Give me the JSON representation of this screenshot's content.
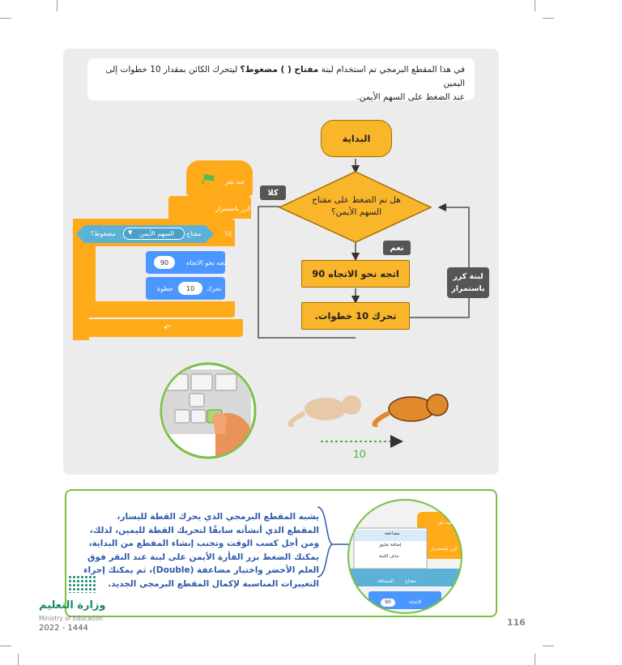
{
  "intro": {
    "line1_a": "في هذا المقطع البرمجي تم استخدام لبنة ",
    "line1_b": "مفتاح ( ) مضغوط؟",
    "line1_c": " ليتحرك الكائن بمقدار 10 خطوات إلى اليمين",
    "line2": "عند الضغط على السهم الأيمن."
  },
  "flowchart": {
    "start": "البداية",
    "decision_line1": "هل تم الضغط على مفتاح",
    "decision_line2": "السهم الأيمن؟",
    "no_label": "كلا",
    "yes_label": "نعم",
    "step1": "اتجه نحو الاتجاه 90",
    "step2": "تحرك 10 خطوات.",
    "loop_line1": "لبنة كرر",
    "loop_line2": "باستمرار"
  },
  "scratch": {
    "hat": "عند نقر",
    "forever": "كرر باستمرار",
    "if": "إذا",
    "key": "مفتاح",
    "key_value": "السهم الأيمن",
    "pressed": "مضغوط؟",
    "point_dir": "اتجه نحو الاتجاه",
    "dir_value": "90",
    "move": "تحرك",
    "move_value": "10",
    "steps": "خطوة"
  },
  "illustration": {
    "distance": "10"
  },
  "note": {
    "text": "يشبه المقطع البرمجي الذي يحرك القطة لليسار، المقطع الذي أنشأته سابقًا لتحريك القطة لليمين، لذلك، ومن أجل كسب الوقت وتجنب إنشاء المقطع من البداية، يمكنك الضغط بزر الفأرة الأيمن على لبنة عند النقر فوق العلم الأخضر واختيار مضاعفة (Double)، ثم يمكنك إجراء التغييرات المناسبة لإكمال المقطع البرمجي الجديد."
  },
  "context_menu": {
    "item1": "مضاعفة",
    "item2": "إضافة تعليق",
    "item3": "حذف اللبنة",
    "bg_hat": "عند نقر",
    "bg_forever": "كرر باستمرار",
    "bg_key": "مفتاح",
    "bg_key_value": "المسافة",
    "bg_dir": "الاتجاه",
    "bg_dir_value": "90"
  },
  "footer": {
    "ministry_ar": "وزارة التعليم",
    "ministry_en": "Ministry of Education",
    "year": "2022 - 1444",
    "page_number": "116"
  },
  "colors": {
    "panel": "#ececec",
    "scratch_control": "#ffab19",
    "scratch_motion": "#4c97ff",
    "scratch_sensing": "#5cb1d6",
    "flowchart_fill": "#fab62b",
    "note_border": "#7ac143",
    "note_text": "#2e5aa8",
    "cat": "#e08a2c"
  }
}
